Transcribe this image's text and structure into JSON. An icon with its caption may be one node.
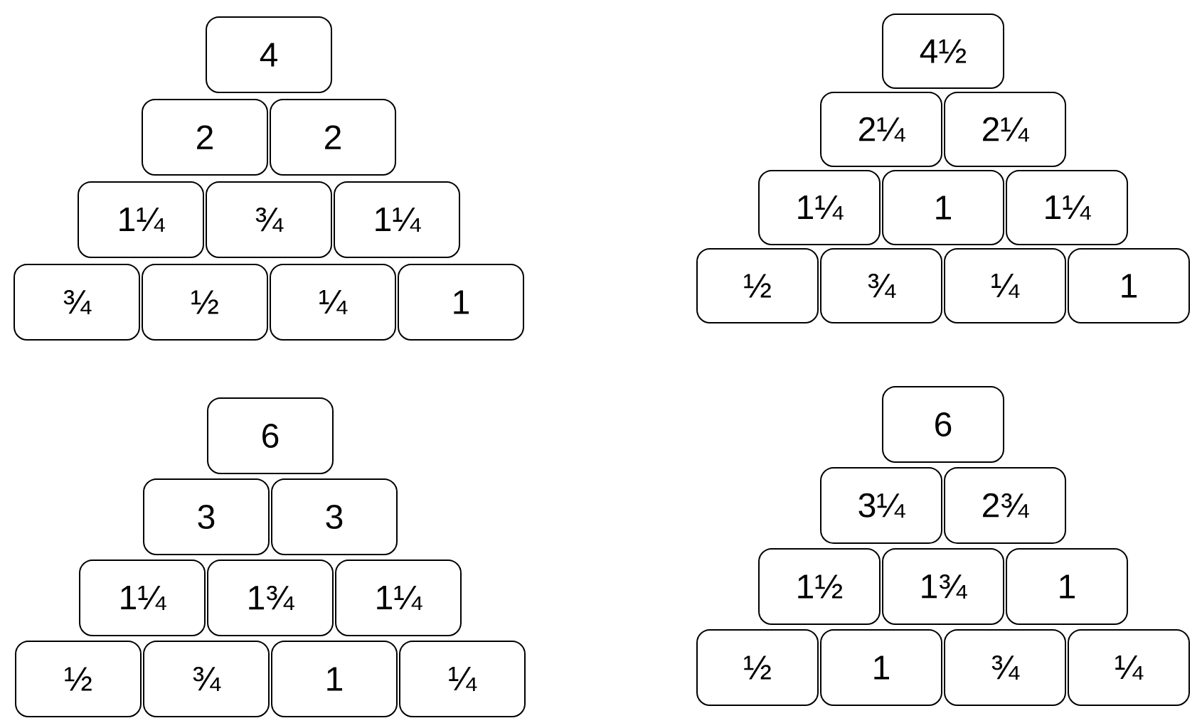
{
  "diagram": {
    "nodes": [
      {
        "text": [
          "4"
        ]
      },
      {
        "text": [
          "2"
        ]
      },
      {
        "text": [
          "2"
        ]
      },
      {
        "text": [
          "1¼"
        ]
      },
      {
        "text": [
          "¾"
        ]
      },
      {
        "text": [
          "1¼"
        ]
      },
      {
        "text": [
          "¾"
        ]
      },
      {
        "text": [
          "½"
        ]
      },
      {
        "text": [
          "¼"
        ]
      },
      {
        "text": [
          "1"
        ]
      },
      {
        "text": [
          "4½"
        ]
      },
      {
        "text": [
          "2¼"
        ]
      },
      {
        "text": [
          "2¼"
        ]
      },
      {
        "text": [
          "1¼"
        ]
      },
      {
        "text": [
          "1"
        ]
      },
      {
        "text": [
          "1¼"
        ]
      },
      {
        "text": [
          "½"
        ]
      },
      {
        "text": [
          "¾"
        ]
      },
      {
        "text": [
          "¼"
        ]
      },
      {
        "text": [
          "1"
        ]
      },
      {
        "text": [
          "6"
        ]
      },
      {
        "text": [
          "3"
        ]
      },
      {
        "text": [
          "3"
        ]
      },
      {
        "text": [
          "1¼"
        ]
      },
      {
        "text": [
          "1¾"
        ]
      },
      {
        "text": [
          "1¼"
        ]
      },
      {
        "text": [
          "½"
        ]
      },
      {
        "text": [
          "¾"
        ]
      },
      {
        "text": [
          "1"
        ]
      },
      {
        "text": [
          "¼"
        ]
      },
      {
        "text": [
          "6"
        ]
      },
      {
        "text": [
          "3¼"
        ]
      },
      {
        "text": [
          "2¾"
        ]
      },
      {
        "text": [
          "1½"
        ]
      },
      {
        "text": [
          "1¾"
        ]
      },
      {
        "text": [
          "1"
        ]
      },
      {
        "text": [
          "½"
        ]
      },
      {
        "text": [
          "1"
        ]
      },
      {
        "text": [
          "¾"
        ]
      },
      {
        "text": [
          "¼"
        ]
      }
    ]
  }
}
